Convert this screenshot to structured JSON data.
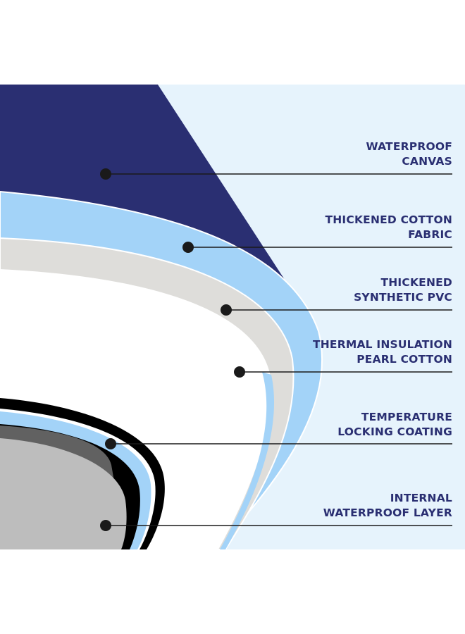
{
  "colors": {
    "panel_bg": "#e6f3fc",
    "canvas_navy": "#2a2f72",
    "cotton_blue": "#a3d3f8",
    "pvc_grey": "#deddda",
    "pearl_white": "#ffffff",
    "inner_black": "#000000",
    "inner_dark_grey": "#616161",
    "inner_grey": "#bdbdbd",
    "leader": "#1a1a1a",
    "label_text": "#2a2f72"
  },
  "layers": [
    {
      "id": "waterproof-canvas",
      "lines": [
        "WATERPROOF",
        "CANVAS"
      ]
    },
    {
      "id": "thickened-cotton-fabric",
      "lines": [
        "THICKENED COTTON",
        "FABRIC"
      ]
    },
    {
      "id": "thickened-synthetic-pvc",
      "lines": [
        "THICKENED",
        "SYNTHETIC PVC"
      ]
    },
    {
      "id": "thermal-insulation-pearl-cotton",
      "lines": [
        "THERMAL INSULATION",
        "PEARL COTTON"
      ]
    },
    {
      "id": "temperature-locking-coating",
      "lines": [
        "TEMPERATURE",
        "LOCKING COATING"
      ]
    },
    {
      "id": "internal-waterproof-layer",
      "lines": [
        "INTERNAL",
        "WATERPROOF LAYER"
      ]
    }
  ]
}
